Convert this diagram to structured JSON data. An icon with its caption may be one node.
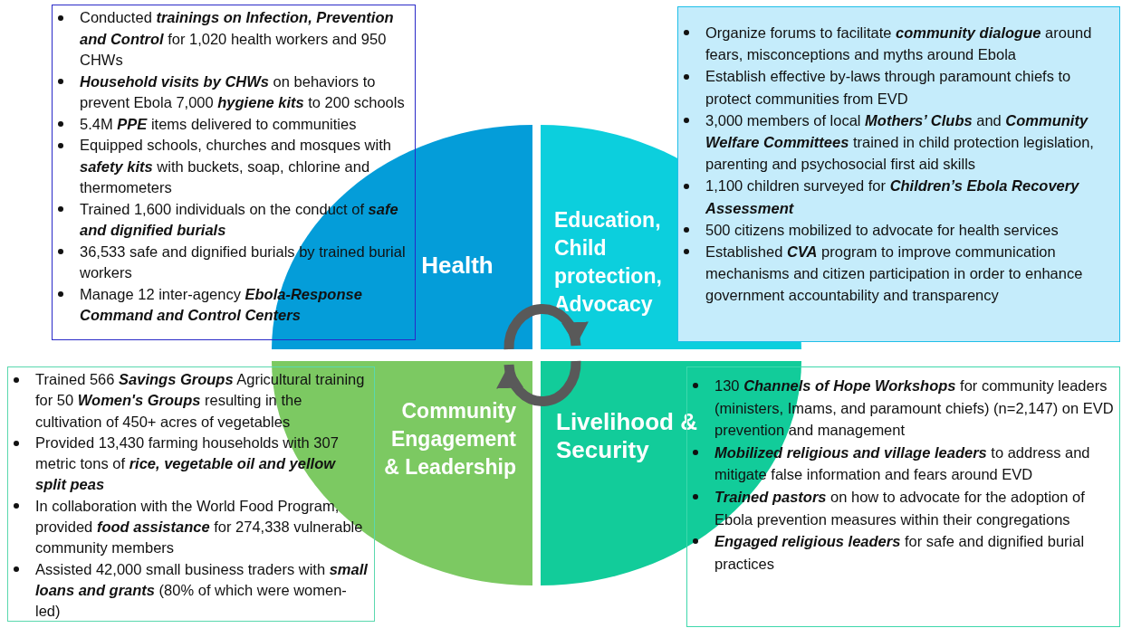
{
  "diagram": {
    "nodes": [
      {
        "text": [
          "Health"
        ]
      },
      {
        "text": [
          "Education, Child protection, Advocacy"
        ]
      },
      {
        "text": [
          "Community Engagement & Leadership"
        ]
      },
      {
        "text": [
          "Livelihood & Security"
        ]
      },
      {
        "text": [
          "Conducted **trainings on Infection, Prevention and Control** for 1,020 health workers and 950 CHWs",
          "**Household visits by CHWs** on behaviors to prevent Ebola 7,000 **hygiene kits** to 200 schools",
          "5.4M **PPE** items delivered to communities",
          "Equipped schools, churches and mosques with **safety kits** with buckets, soap, chlorine and thermometers",
          "Trained 1,600 individuals on the conduct of **safe and dignified burials**",
          "36,533 safe and dignified burials by trained burial workers",
          "Manage 12 inter-agency **Ebola-Response Command and Control Centers**"
        ]
      },
      {
        "text": [
          "Organize forums to facilitate **community dialogue** around fears, misconceptions and myths around Ebola",
          "Establish effective by-laws through paramount chiefs to protect communities from EVD",
          "3,000 members of local **Mothers’ Clubs** and **Community Welfare Committees** trained in child protection legislation, parenting and psychosocial first aid skills",
          "1,100 children surveyed for **Children’s Ebola Recovery Assessment**",
          "500 citizens mobilized to advocate for health services",
          "Established **CVA** program to improve communication mechanisms and citizen participation in order to enhance government accountability and transparency"
        ]
      },
      {
        "text": [
          "Trained 566 **Savings Groups** Agricultural training for 50 **Women's Groups** resulting in the cultivation of 450+ acres of vegetables",
          "Provided 13,430 farming households with 307 metric tons of **rice, vegetable oil and yellow split peas**",
          "In collaboration with the World Food Program, provided **food assistance** for 274,338 vulnerable community members",
          "Assisted 42,000 small business traders with **small loans and grants** (80% of which were women-led)"
        ]
      },
      {
        "text": [
          "130 **Channels of Hope Workshops** for  community leaders (ministers, Imams, and paramount chiefs) (n=2,147) on EVD prevention and management",
          "**Mobilized religious and village leaders** to address and mitigate false information and fears around EVD",
          "**Trained pastors** on how to advocate for the adoption of Ebola prevention measures within their congregations",
          "**Engaged religious leaders** for safe and dignified burial practices"
        ]
      }
    ],
    "edges": [
      {
        "from": 0,
        "to": 1,
        "arrow": "to"
      },
      {
        "from": 3,
        "to": 2,
        "arrow": "to"
      }
    ]
  }
}
